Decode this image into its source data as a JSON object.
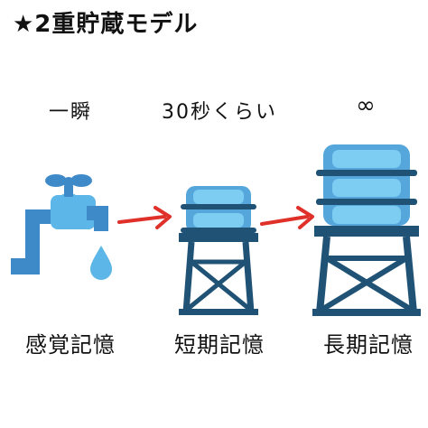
{
  "title": "★2重貯蔵モデル",
  "durations": {
    "sensory": "一瞬",
    "short_term": "30秒くらい",
    "long_term": "∞"
  },
  "labels": {
    "sensory": "感覚記憶",
    "short_term": "短期記憶",
    "long_term": "長期記憶"
  },
  "colors": {
    "pipe": "#3e8ac8",
    "faucet": "#5db6e8",
    "water": "#5db6e8",
    "tank_light": "#7ccdf1",
    "tank_mid": "#54a6db",
    "tank_dark": "#1f5275",
    "arrow": "#e0302a"
  },
  "icons": {
    "sensory": "faucet-icon",
    "short_term": "small-water-tank-icon",
    "long_term": "large-water-tank-icon",
    "arrows": "right-arrow-icon"
  }
}
